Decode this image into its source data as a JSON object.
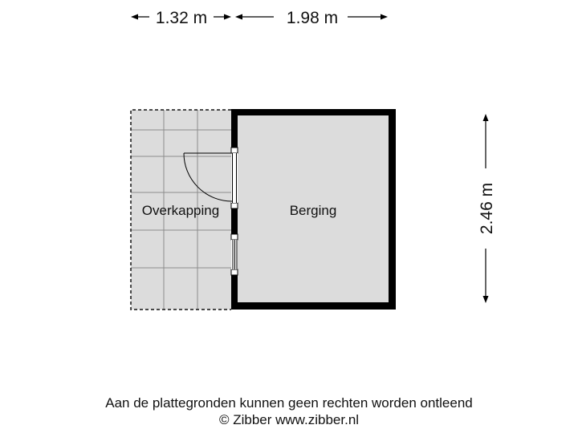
{
  "dimensions": {
    "width_left": "1.32 m",
    "width_right": "1.98 m",
    "height": "2.46 m"
  },
  "rooms": {
    "overkapping": "Overkapping",
    "berging": "Berging"
  },
  "footer": {
    "disclaimer": "Aan de plattegronden kunnen geen rechten worden ontleend",
    "copyright": "© Zibber www.zibber.nl"
  },
  "colors": {
    "wall": "#000000",
    "floor": "#dcdcdc",
    "grid": "#8c8c8c"
  }
}
